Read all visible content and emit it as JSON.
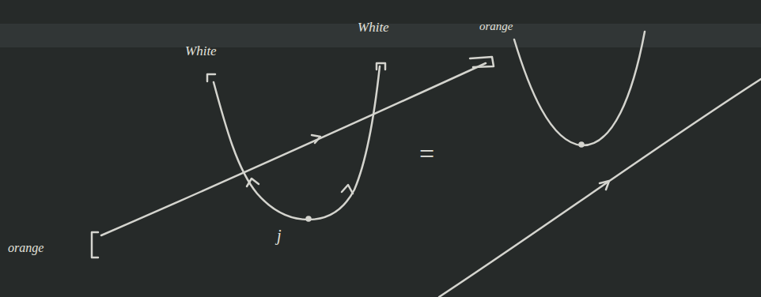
{
  "diagram": {
    "labels": [
      "White",
      "White",
      "orange",
      "orange",
      "j",
      "="
    ]
  }
}
